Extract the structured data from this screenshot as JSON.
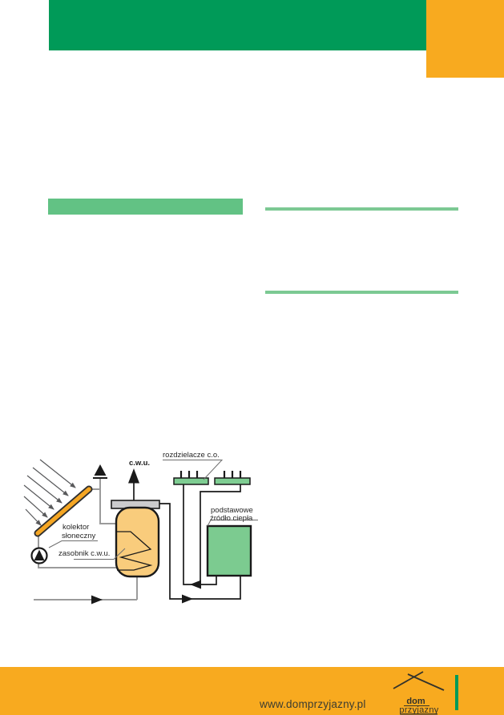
{
  "header": {
    "bar_color": "#009A58",
    "accent_block_color": "#F8AA1F"
  },
  "sections": {
    "heading_box_color": "#62C284",
    "text_rule_color": "#7CC993"
  },
  "diagram": {
    "labels": {
      "cwu": "c.w.u.",
      "rozdzielacze": "rozdzielacze c.o.",
      "kolektor_line1": "kolektor",
      "kolektor_line2": "słoneczny",
      "zasobnik": "zasobnik c.w.u.",
      "zrodlo_line1": "podstawowe",
      "zrodlo_line2": "źródło ciepła"
    },
    "colors": {
      "collector_orange": "#F5A623",
      "tank_fill": "#F9CC7C",
      "tank_cap": "#CBCBCD",
      "manifold_green": "#7ECD92",
      "heat_source_green": "#7CCB90",
      "pipe_gray": "#9B9B9B",
      "pipe_black": "#1a1a1a"
    }
  },
  "footer": {
    "bar_color": "#F8AA1F",
    "url": "www.domprzyjazny.pl",
    "logo": {
      "line1": "dom",
      "line2": "przyjazny"
    },
    "tick_color": "#009A58"
  }
}
